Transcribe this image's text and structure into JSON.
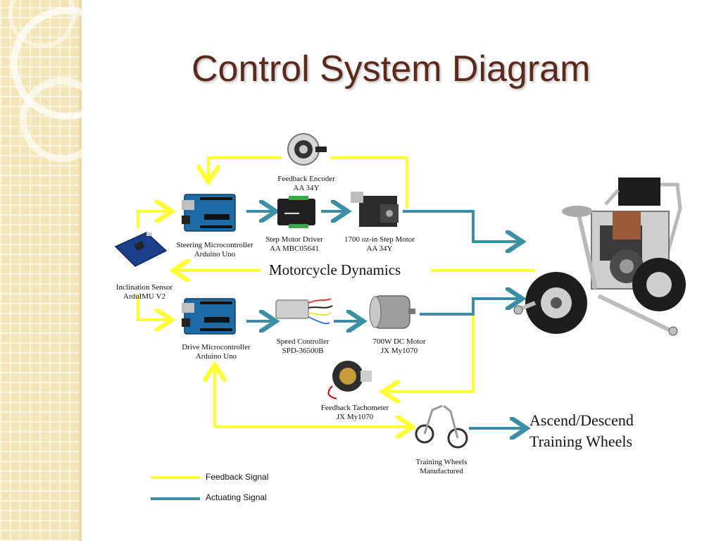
{
  "slide": {
    "title": "Control System Diagram"
  },
  "components": {
    "feedback_encoder": "Feedback Encoder",
    "feedback_encoder_model": "AA 34Y",
    "steering_mcu": "Steering Microcontroller",
    "steering_mcu_model": "Arduino Uno",
    "step_driver": "Step Motor Driver",
    "step_driver_model": "AA MBC05641",
    "step_motor": "1700 oz-in Step Motor",
    "step_motor_model": "AA 34Y",
    "inclination_sensor": "Inclination Sensor",
    "inclination_sensor_model": "ArduIMU V2",
    "speed_controller": "Speed Controller",
    "speed_controller_model": "SPD-36500B",
    "dc_motor": "700W DC Motor",
    "dc_motor_model": "JX My1070",
    "drive_mcu": "Drive Microcontroller",
    "drive_mcu_model": "Arduino Uno",
    "feedback_tachometer": "Feedback Tachometer",
    "feedback_tachometer_model": "JX My1070",
    "training_wheels": "Training Wheels",
    "training_wheels_model": "Manufactured"
  },
  "annotations": {
    "motorcycle_dynamics": "Motorcycle Dynamics",
    "ascend_line1": "Ascend/Descend",
    "ascend_line2": "Training Wheels"
  },
  "legend": {
    "feedback": "Feedback Signal",
    "actuating": "Actuating Signal"
  },
  "colors": {
    "feedback_signal": "#ffff33",
    "actuating_signal": "#3a8ea6",
    "title": "#5b2a1c"
  }
}
